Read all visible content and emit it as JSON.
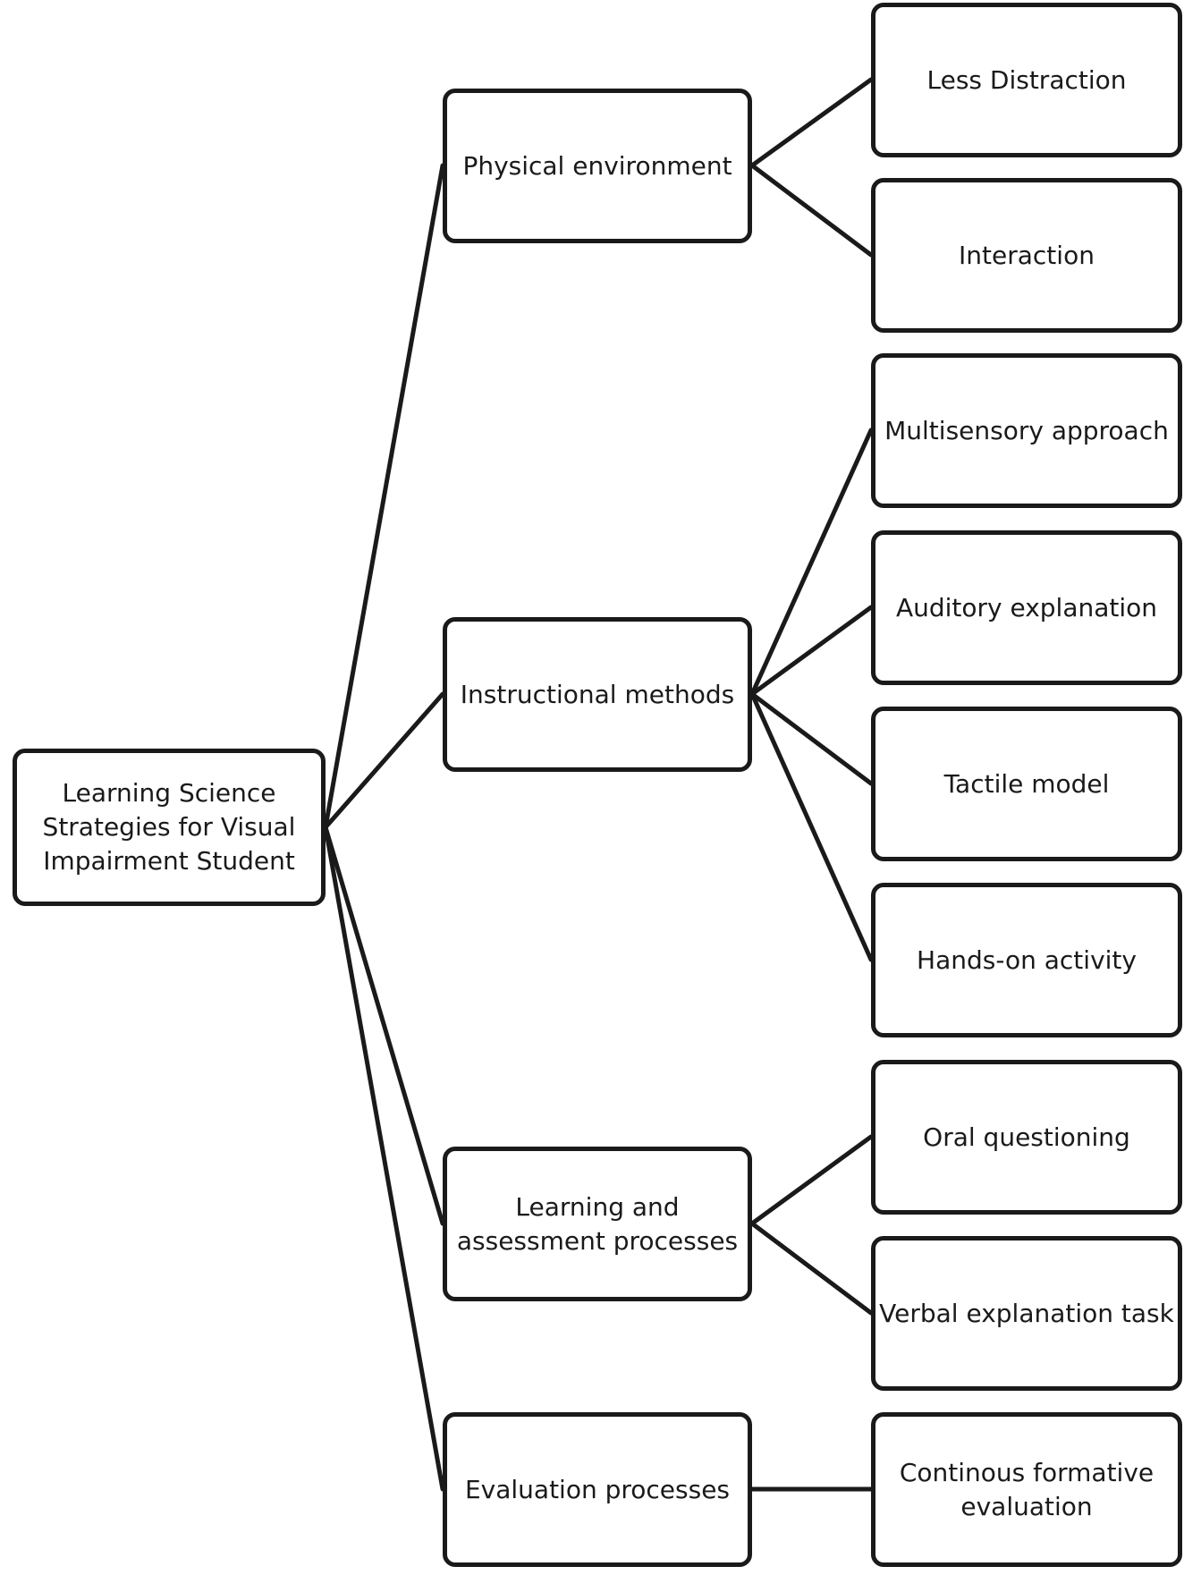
{
  "diagram": {
    "root": {
      "label": "Learning Science Strategies for Visual Impairment Student"
    },
    "categories": [
      {
        "label": "Physical environment",
        "items": [
          "Less Distraction",
          "Interaction"
        ]
      },
      {
        "label": "Instructional methods",
        "items": [
          "Multisensory approach",
          "Auditory explanation",
          "Tactile model",
          "Hands-on activity"
        ]
      },
      {
        "label": "Learning and assessment processes",
        "items": [
          "Oral questioning",
          "Verbal explanation task"
        ]
      },
      {
        "label": "Evaluation processes",
        "items": [
          "Continous formative evaluation"
        ]
      }
    ],
    "colors": {
      "stroke": "#1a1a1a",
      "fill": "#ffffff",
      "text": "#1a1a1a"
    }
  }
}
